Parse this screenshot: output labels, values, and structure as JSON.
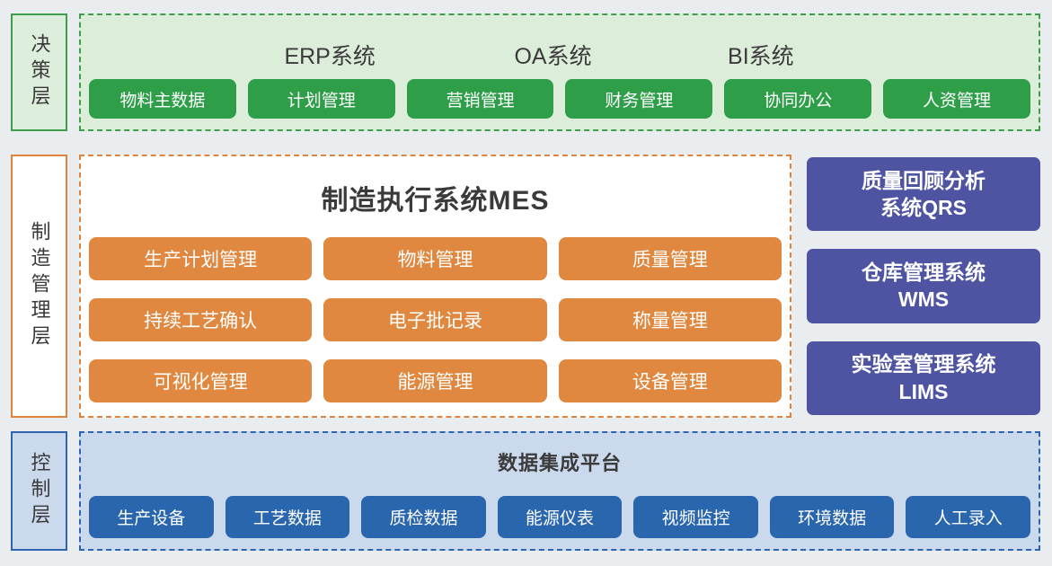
{
  "colors": {
    "page_bg": "#e9edf0",
    "green_accent": "#2e9e49",
    "green_light_bg": "#dcedda",
    "green_border": "#3f9e4e",
    "orange_accent": "#e0883f",
    "orange_border": "#e2833c",
    "purple_accent": "#4f54a2",
    "blue_accent": "#2a66ae",
    "blue_light_bg": "#cbd9ec",
    "blue_border": "#2f65ae"
  },
  "decision_layer": {
    "label": "决策层",
    "system_headers": [
      {
        "label": "ERP系统"
      },
      {
        "label": "OA系统"
      },
      {
        "label": "BI系统"
      }
    ],
    "modules": [
      {
        "label": "物料主数据"
      },
      {
        "label": "计划管理"
      },
      {
        "label": "营销管理"
      },
      {
        "label": "财务管理"
      },
      {
        "label": "协同办公"
      },
      {
        "label": "人资管理"
      }
    ]
  },
  "manufacturing_layer": {
    "label": "制造管理层",
    "mes": {
      "title": "制造执行系统MES",
      "modules": [
        {
          "label": "生产计划管理"
        },
        {
          "label": "物料管理"
        },
        {
          "label": "质量管理"
        },
        {
          "label": "持续工艺确认"
        },
        {
          "label": "电子批记录"
        },
        {
          "label": "称量管理"
        },
        {
          "label": "可视化管理"
        },
        {
          "label": "能源管理"
        },
        {
          "label": "设备管理"
        }
      ]
    },
    "side_systems": [
      {
        "line1": "质量回顾分析",
        "line2": "系统QRS"
      },
      {
        "line1": "仓库管理系统",
        "line2": "WMS"
      },
      {
        "line1": "实验室管理系统",
        "line2": "LIMS"
      }
    ]
  },
  "control_layer": {
    "label": "控制层",
    "platform_title": "数据集成平台",
    "sources": [
      {
        "label": "生产设备"
      },
      {
        "label": "工艺数据"
      },
      {
        "label": "质检数据"
      },
      {
        "label": "能源仪表"
      },
      {
        "label": "视频监控"
      },
      {
        "label": "环境数据"
      },
      {
        "label": "人工录入"
      }
    ]
  }
}
